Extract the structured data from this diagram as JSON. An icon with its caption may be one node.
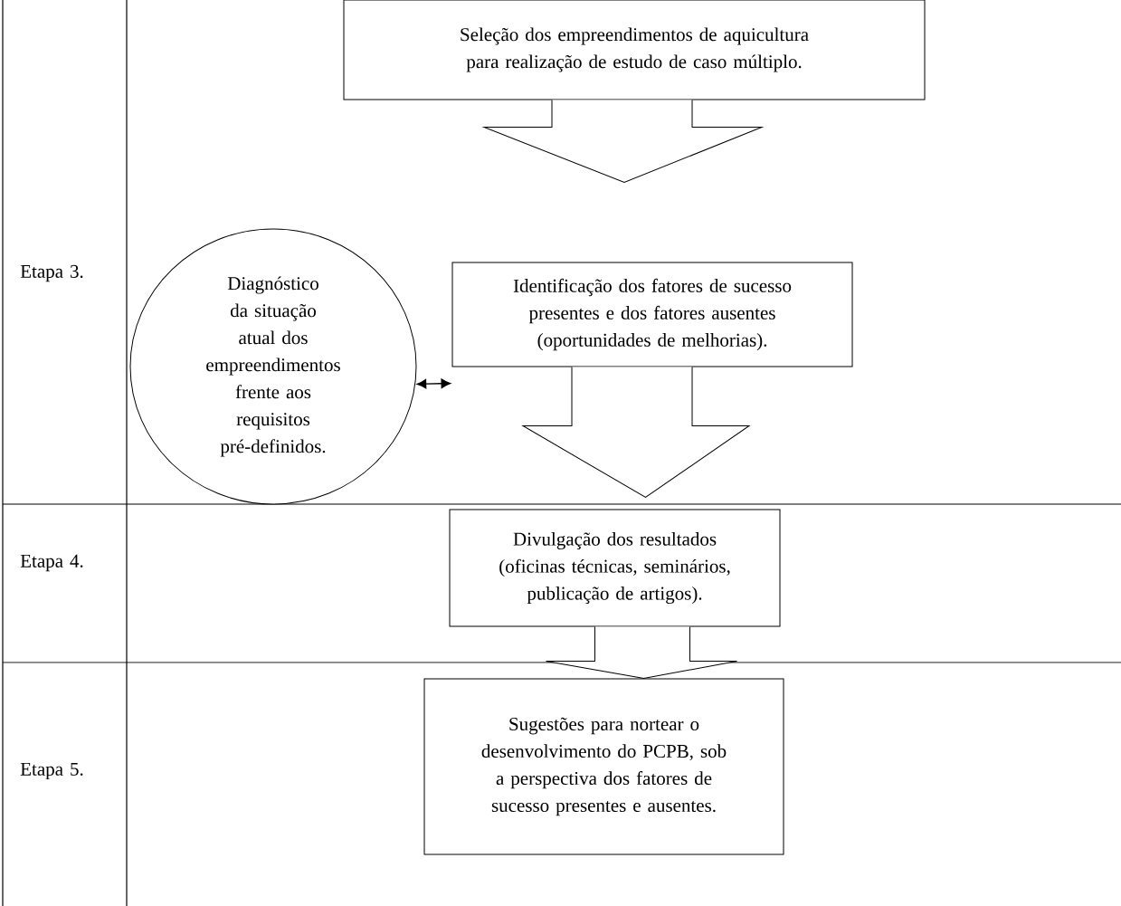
{
  "diagram": {
    "nodes": [
      {
        "text": [
          "Seleção dos empreendimentos de aquicultura para realização de estudo de caso múltiplo."
        ]
      },
      {
        "text": [
          "Diagnóstico da situação atual dos empreendimentos frente aos requisitos pré-definidos."
        ]
      },
      {
        "text": [
          "Identificação dos fatores de sucesso presentes e dos fatores ausentes (oportunidades de melhorias)."
        ]
      },
      {
        "text": [
          "Divulgação dos resultados (oficinas técnicas, seminários, publicação de artigos)."
        ]
      },
      {
        "text": [
          "Sugestões para nortear o desenvolvimento do PCPB, sob a perspectiva dos fatores de sucesso presentes e ausentes."
        ]
      }
    ],
    "edges": [
      {
        "from": 0,
        "to": 2,
        "arrow": "to"
      },
      {
        "from": 1,
        "to": 2,
        "arrow": "both"
      },
      {
        "from": 2,
        "to": 3,
        "arrow": "to"
      },
      {
        "from": 3,
        "to": 4,
        "arrow": "to"
      }
    ],
    "labels": [
      "Etapa 3.",
      "Etapa 4.",
      "Etapa 5."
    ]
  }
}
